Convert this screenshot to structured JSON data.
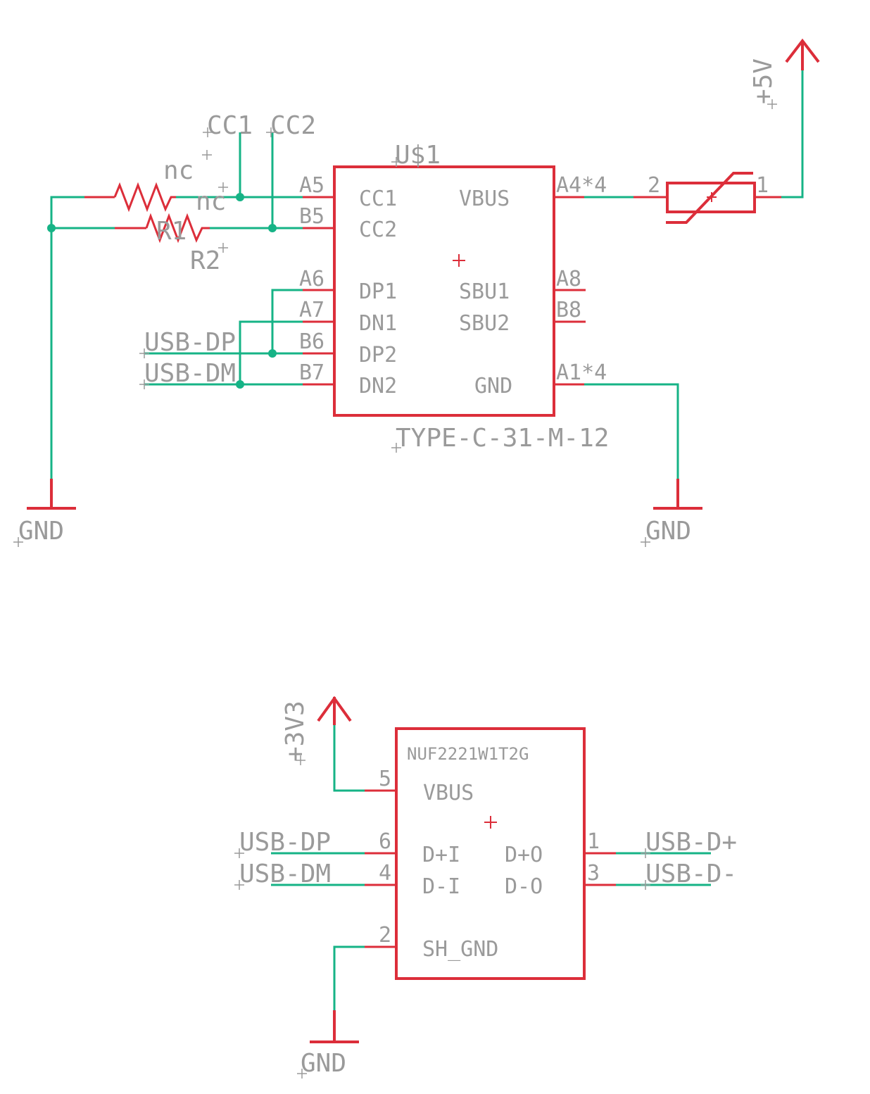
{
  "connector": {
    "name": "U$1",
    "value": "TYPE-C-31-M-12",
    "pins_left": [
      {
        "pad": "A5",
        "name": "CC1"
      },
      {
        "pad": "B5",
        "name": "CC2"
      },
      {
        "pad": "A6",
        "name": "DP1"
      },
      {
        "pad": "A7",
        "name": "DN1"
      },
      {
        "pad": "B6",
        "name": "DP2"
      },
      {
        "pad": "B7",
        "name": "DN2"
      }
    ],
    "pins_right": [
      {
        "pad": "A4*4",
        "name": "VBUS"
      },
      {
        "pad": "A8",
        "name": "SBU1"
      },
      {
        "pad": "B8",
        "name": "SBU2"
      },
      {
        "pad": "A1*4",
        "name": "GND"
      }
    ]
  },
  "resistors": {
    "r1": {
      "name": "R1",
      "value": "nc"
    },
    "r2": {
      "name": "R2",
      "value": "nc"
    }
  },
  "net_labels": {
    "cc1": "CC1",
    "cc2": "CC2",
    "usb_dp_top": "USB-DP",
    "usb_dm_top": "USB-DM",
    "usb_dp_bottom": "USB-DP",
    "usb_dm_bottom": "USB-DM",
    "usb_d_plus": "USB-D+",
    "usb_d_minus": "USB-D-"
  },
  "fuse": {
    "pin2": "2",
    "pin1": "1"
  },
  "power": {
    "plus5v": "+5V",
    "plus3v3": "+3V3",
    "gnd_left": "GND",
    "gnd_right": "GND",
    "gnd_bottom": "GND"
  },
  "esd": {
    "value": "NUF2221W1T2G",
    "pins": [
      {
        "num": "5",
        "name": "VBUS"
      },
      {
        "num": "6",
        "name": "D+I"
      },
      {
        "num": "4",
        "name": "D-I"
      },
      {
        "num": "2",
        "name": "SH_GND"
      },
      {
        "num": "1",
        "name": "D+O"
      },
      {
        "num": "3",
        "name": "D-O"
      }
    ]
  },
  "colors": {
    "wire": "#16b386",
    "symbol": "#dc2e3a",
    "text": "#9a9a9a",
    "background": "#ffffff"
  }
}
